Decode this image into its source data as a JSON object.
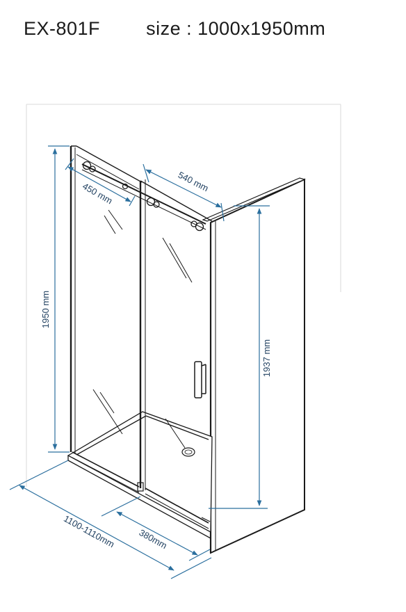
{
  "header": {
    "model": "EX-801F",
    "size_label": "size : 1000x1950mm"
  },
  "dimensions": {
    "height_total": "1950 mm",
    "height_panel": "1937 mm",
    "depth_top": "540 mm",
    "door_width": "450 mm",
    "width_range": "1100-1110mm",
    "bottom_opening": "380mm"
  },
  "colors": {
    "dimension_line": "#2b6f9e",
    "dimension_text": "#1f3f5f",
    "structure": "#1a1a1a"
  }
}
